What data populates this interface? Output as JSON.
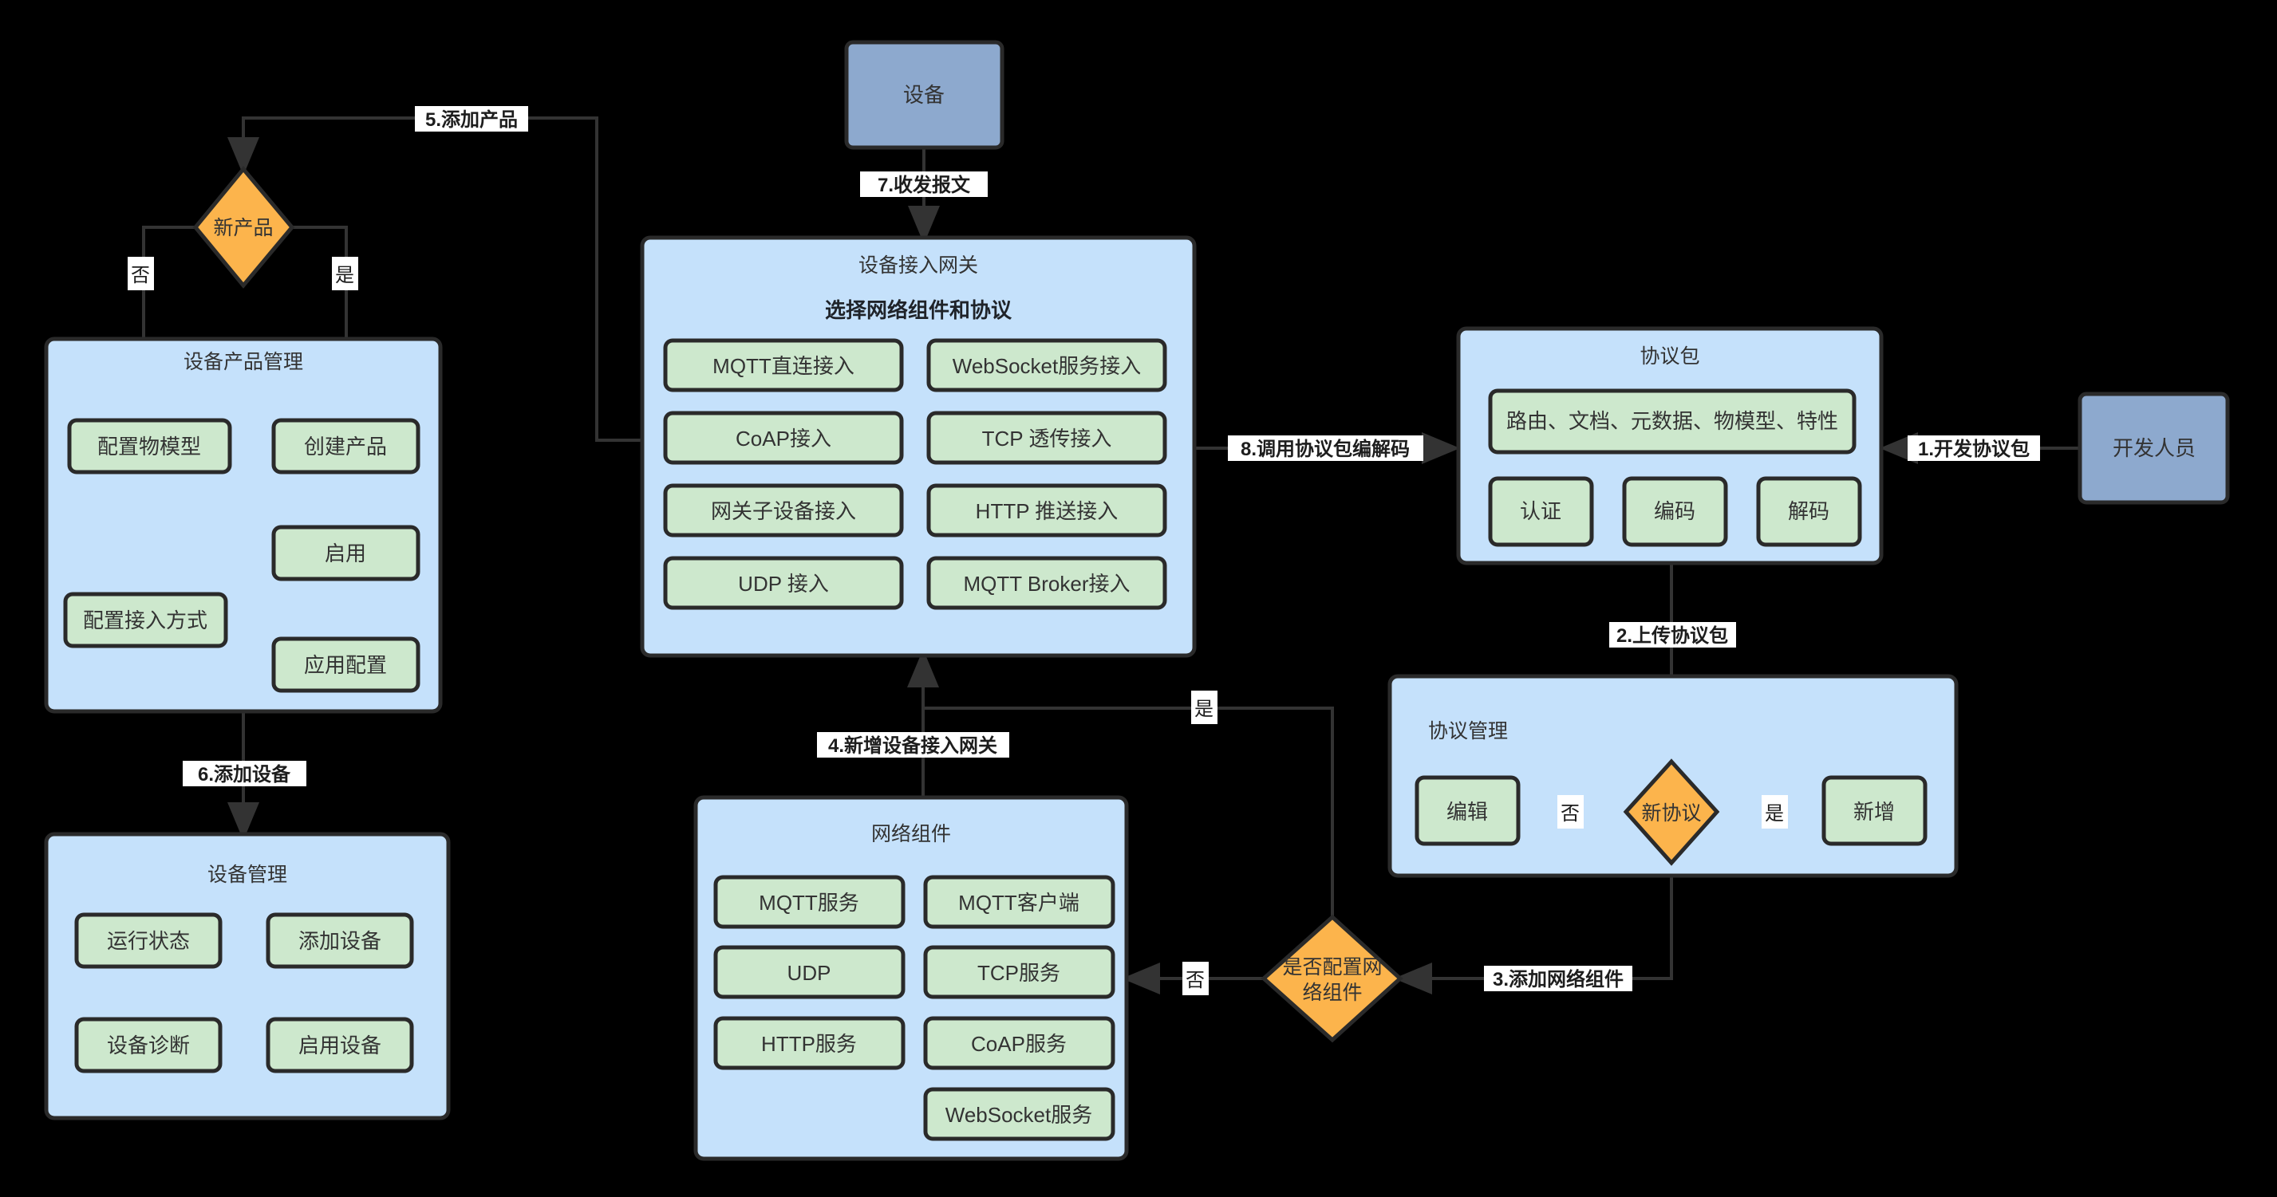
{
  "diagram": {
    "title": "IoT platform device access flowchart",
    "colors": {
      "background": "#000000",
      "container_fill": "#c5e1fb",
      "node_fill": "#cde8cd",
      "actor_fill": "#8da9ce",
      "decision_fill": "#fcb44c",
      "stroke": "#2a2a2a",
      "text": "#333333"
    }
  },
  "actors": {
    "device": {
      "label": "设备"
    },
    "developer": {
      "label": "开发人员"
    }
  },
  "decisions": {
    "new_product": {
      "label": "新产品"
    },
    "new_protocol": {
      "label": "新协议"
    },
    "configure_network": {
      "line1": "是否配置网",
      "line2": "络组件"
    }
  },
  "containers": {
    "device_product_mgmt": {
      "title": "设备产品管理",
      "nodes": [
        {
          "label": "配置物模型"
        },
        {
          "label": "创建产品"
        },
        {
          "label": "配置接入方式"
        },
        {
          "label": "启用"
        },
        {
          "label": "应用配置"
        }
      ]
    },
    "device_mgmt": {
      "title": "设备管理",
      "nodes": [
        {
          "label": "运行状态"
        },
        {
          "label": "添加设备"
        },
        {
          "label": "设备诊断"
        },
        {
          "label": "启用设备"
        }
      ]
    },
    "device_access_gateway": {
      "title": "设备接入网关",
      "subtitle": "选择网络组件和协议",
      "nodes": [
        {
          "label": "MQTT直连接入"
        },
        {
          "label": "WebSocket服务接入"
        },
        {
          "label": "CoAP接入"
        },
        {
          "label": "TCP 透传接入"
        },
        {
          "label": "网关子设备接入"
        },
        {
          "label": "HTTP 推送接入"
        },
        {
          "label": "UDP 接入"
        },
        {
          "label": "MQTT Broker接入"
        }
      ]
    },
    "network_components": {
      "title": "网络组件",
      "nodes": [
        {
          "label": "MQTT服务"
        },
        {
          "label": "MQTT客户端"
        },
        {
          "label": "UDP"
        },
        {
          "label": "TCP服务"
        },
        {
          "label": "HTTP服务"
        },
        {
          "label": "CoAP服务"
        },
        {
          "label": "WebSocket服务"
        }
      ]
    },
    "protocol_package": {
      "title": "协议包",
      "nodes": [
        {
          "label": "路由、文档、元数据、物模型、特性"
        },
        {
          "label": "认证"
        },
        {
          "label": "编码"
        },
        {
          "label": "解码"
        }
      ]
    },
    "protocol_mgmt": {
      "title": "协议管理",
      "nodes": [
        {
          "label": "编辑"
        },
        {
          "label": "新增"
        }
      ]
    }
  },
  "edges": [
    {
      "id": "e1",
      "label": "1.开发协议包"
    },
    {
      "id": "e2",
      "label": "2.上传协议包"
    },
    {
      "id": "e3",
      "label": "3.添加网络组件"
    },
    {
      "id": "e4",
      "label": "4.新增设备接入网关"
    },
    {
      "id": "e5",
      "label": "5.添加产品"
    },
    {
      "id": "e6",
      "label": "6.添加设备"
    },
    {
      "id": "e7",
      "label": "7.收发报文"
    },
    {
      "id": "e8",
      "label": "8.调用协议包编解码"
    }
  ],
  "branch_labels": {
    "product_no": "否",
    "product_yes": "是",
    "protocol_no": "否",
    "protocol_yes": "是",
    "network_no": "否",
    "network_yes": "是"
  }
}
